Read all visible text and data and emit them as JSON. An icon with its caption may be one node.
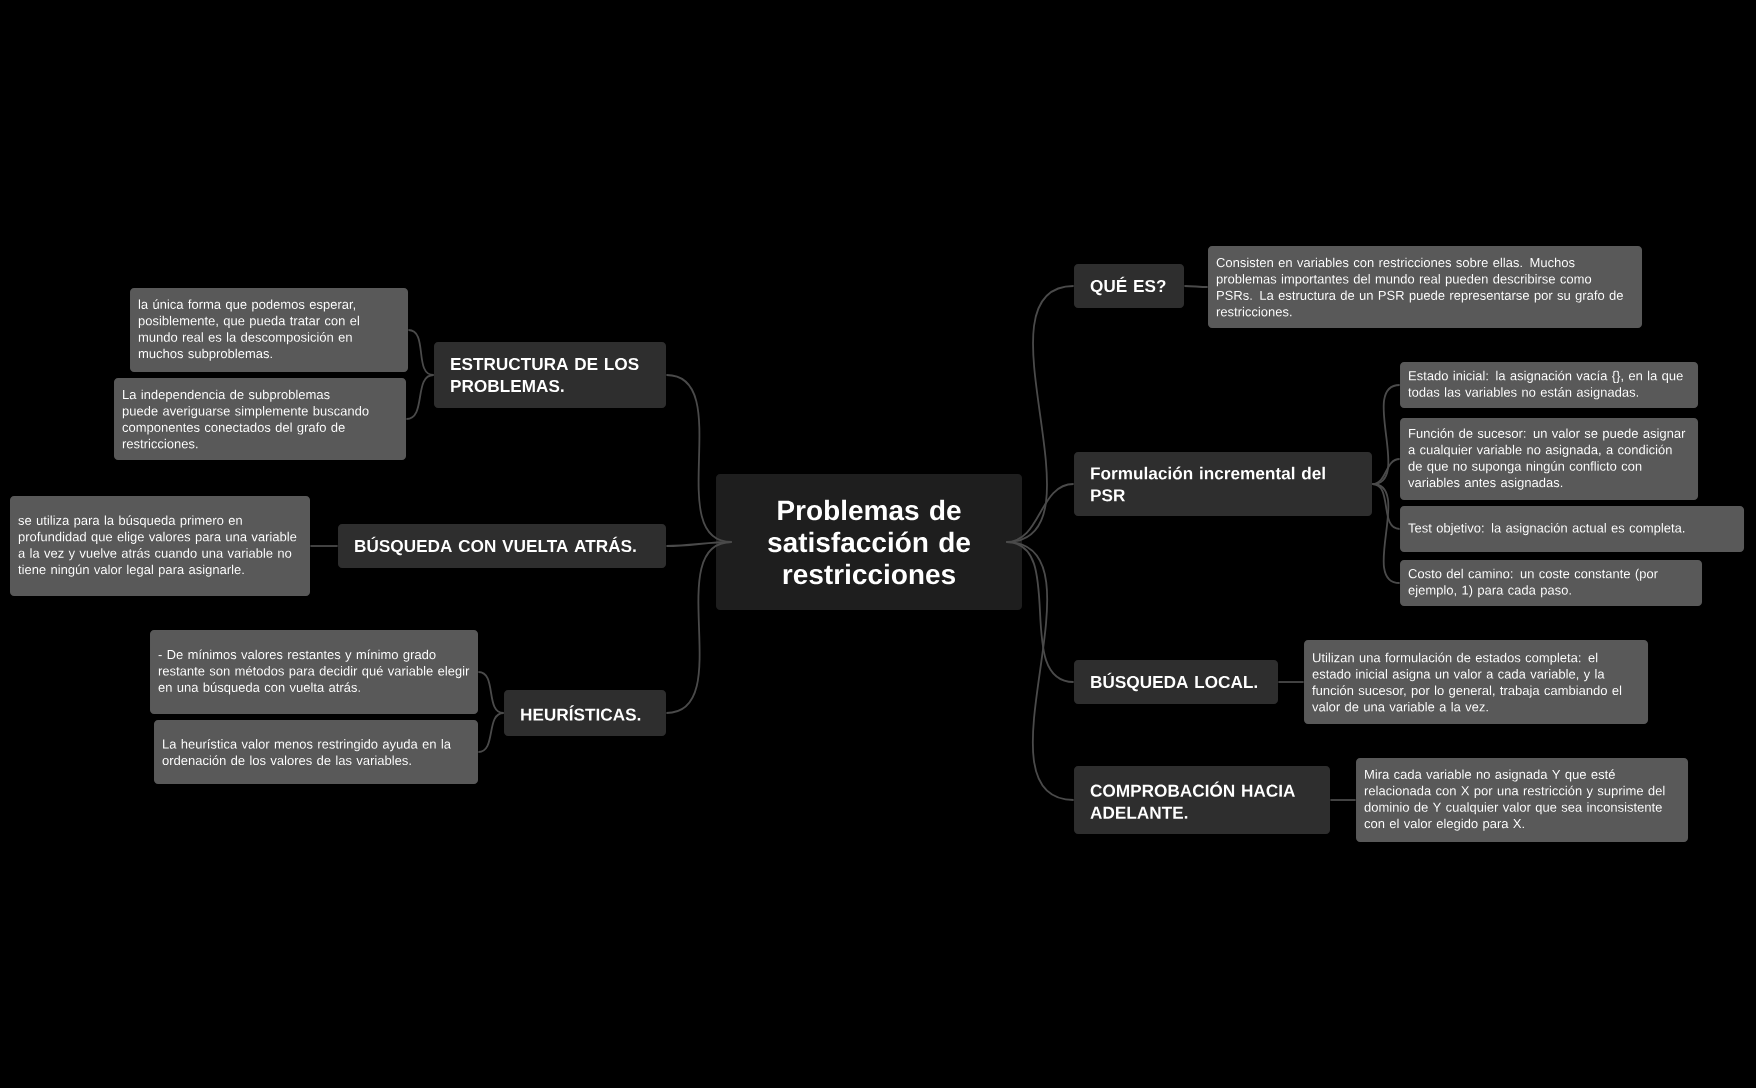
{
  "diagram": {
    "nodes": [
      {
        "text": [
          "Problemas de satisfacción de restricciones"
        ]
      },
      {
        "text": [
          "QUÉ ES?"
        ]
      },
      {
        "text": [
          "Consisten en variables con restricciones sobre ellas. Muchos problemas importantes del mundo real pueden describirse como PSRs. La estructura de un PSR puede representarse por su grafo de restricciones."
        ]
      },
      {
        "text": [
          "Formulación incremental del PSR"
        ]
      },
      {
        "text": [
          "Estado inicial: la asignación vacía {}, en la que todas las variables no están asignadas."
        ]
      },
      {
        "text": [
          "Función de sucesor: un valor se puede asignar a cualquier variable no asignada, a condición de que no suponga ningún conflicto con variables antes asignadas."
        ]
      },
      {
        "text": [
          "Test objetivo: la asignación actual es completa."
        ]
      },
      {
        "text": [
          "Costo del camino: un coste constante (por ejemplo, 1) para cada paso."
        ]
      },
      {
        "text": [
          "BÚSQUEDA LOCAL."
        ]
      },
      {
        "text": [
          "Utilizan una formulación de estados completa: el estado inicial asigna un valor a cada variable, y la función sucesor, por lo general, trabaja cambiando el valor de una variable a la vez."
        ]
      },
      {
        "text": [
          "COMPROBACIÓN HACIA ADELANTE."
        ]
      },
      {
        "text": [
          "Mira cada variable no asignada Y que esté relacionada con X por una restricción y suprime del dominio de Y cualquier valor que sea inconsistente con el valor elegido para X."
        ]
      },
      {
        "text": [
          "ESTRUCTURA DE LOS PROBLEMAS."
        ]
      },
      {
        "text": [
          "la única forma que podemos esperar, posiblemente, que pueda tratar con el mundo real es la descomposición en muchos subproblemas."
        ]
      },
      {
        "text": [
          "La independencia de subproblemas puede averiguarse simplemente buscando  componentes conectados del grafo de restricciones."
        ]
      },
      {
        "text": [
          "BÚSQUEDA CON VUELTA ATRÁS."
        ]
      },
      {
        "text": [
          "se utiliza para la búsqueda primero en profundidad que elige valores para una variable a la vez y vuelve atrás cuando una variable no tiene ningún valor legal para asignarle."
        ]
      },
      {
        "text": [
          "HEURÍSTICAS."
        ]
      },
      {
        "text": [
          "- De mínimos valores restantes y mínimo grado restante son métodos para decidir qué variable elegir en una búsqueda con vuelta atrás."
        ]
      },
      {
        "text": [
          "La heurística valor menos restringido ayuda en la ordenación de los valores de las variables."
        ]
      }
    ],
    "edges": [
      {
        "from": 0,
        "to": 1,
        "arrow": "none"
      },
      {
        "from": 1,
        "to": 2,
        "arrow": "none"
      },
      {
        "from": 0,
        "to": 3,
        "arrow": "none"
      },
      {
        "from": 3,
        "to": 4,
        "arrow": "none"
      },
      {
        "from": 3,
        "to": 5,
        "arrow": "none"
      },
      {
        "from": 3,
        "to": 6,
        "arrow": "none"
      },
      {
        "from": 3,
        "to": 7,
        "arrow": "none"
      },
      {
        "from": 0,
        "to": 8,
        "arrow": "none"
      },
      {
        "from": 8,
        "to": 9,
        "arrow": "none"
      },
      {
        "from": 0,
        "to": 10,
        "arrow": "none"
      },
      {
        "from": 10,
        "to": 11,
        "arrow": "none"
      },
      {
        "from": 0,
        "to": 12,
        "arrow": "none"
      },
      {
        "from": 12,
        "to": 13,
        "arrow": "none"
      },
      {
        "from": 12,
        "to": 14,
        "arrow": "none"
      },
      {
        "from": 0,
        "to": 15,
        "arrow": "none"
      },
      {
        "from": 15,
        "to": 16,
        "arrow": "none"
      },
      {
        "from": 0,
        "to": 17,
        "arrow": "none"
      },
      {
        "from": 17,
        "to": 18,
        "arrow": "none"
      },
      {
        "from": 17,
        "to": 19,
        "arrow": "none"
      }
    ]
  }
}
